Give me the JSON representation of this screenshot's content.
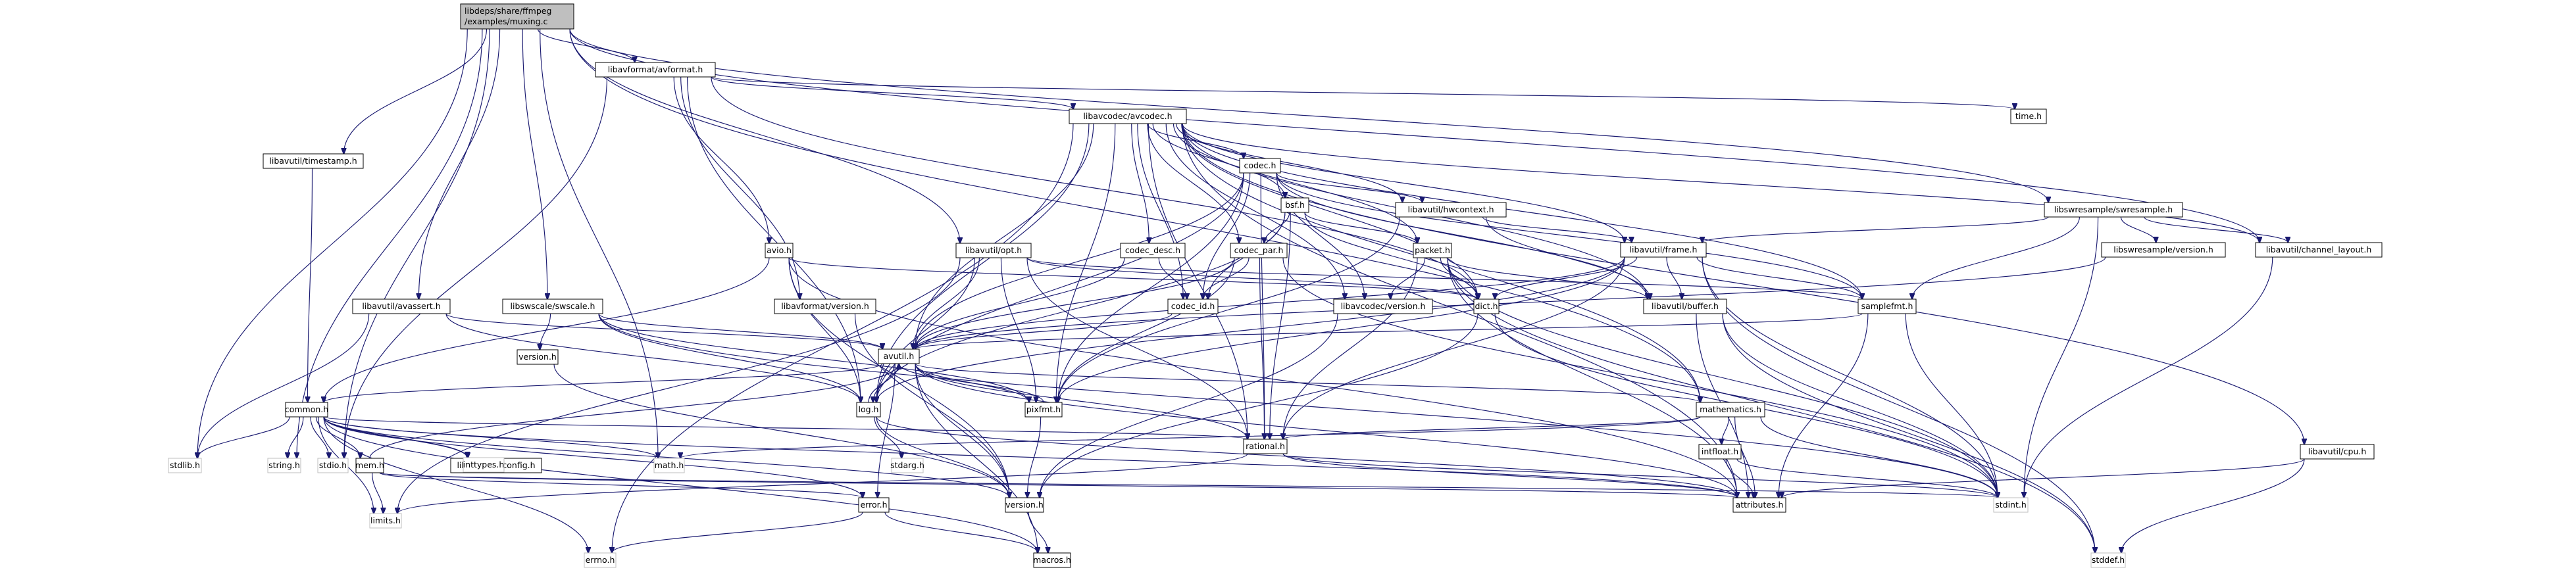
{
  "diagram": {
    "nodes": [
      {
        "id": "muxing",
        "lines": [
          "libdeps/share/ffmpeg",
          "/examples/muxing.c"
        ],
        "kind": "root"
      },
      {
        "id": "avformat",
        "lines": [
          "libavformat/avformat.h"
        ],
        "kind": "doc"
      },
      {
        "id": "avcodec",
        "lines": [
          "libavcodec/avcodec.h"
        ],
        "kind": "doc"
      },
      {
        "id": "timeh",
        "lines": [
          "time.h"
        ],
        "kind": "doc"
      },
      {
        "id": "timestamp",
        "lines": [
          "libavutil/timestamp.h"
        ],
        "kind": "doc"
      },
      {
        "id": "codech",
        "lines": [
          "codec.h"
        ],
        "kind": "doc"
      },
      {
        "id": "bsf",
        "lines": [
          "bsf.h"
        ],
        "kind": "doc"
      },
      {
        "id": "hwcontext",
        "lines": [
          "libavutil/hwcontext.h"
        ],
        "kind": "doc"
      },
      {
        "id": "swresample",
        "lines": [
          "libswresample/swresample.h"
        ],
        "kind": "doc"
      },
      {
        "id": "frame",
        "lines": [
          "libavutil/frame.h"
        ],
        "kind": "doc"
      },
      {
        "id": "swrversion",
        "lines": [
          "libswresample/version.h"
        ],
        "kind": "doc"
      },
      {
        "id": "chlayout",
        "lines": [
          "libavutil/channel_layout.h"
        ],
        "kind": "doc"
      },
      {
        "id": "avio",
        "lines": [
          "avio.h"
        ],
        "kind": "doc"
      },
      {
        "id": "opt",
        "lines": [
          "libavutil/opt.h"
        ],
        "kind": "doc"
      },
      {
        "id": "codecdesc",
        "lines": [
          "codec_desc.h"
        ],
        "kind": "doc"
      },
      {
        "id": "codecpar",
        "lines": [
          "codec_par.h"
        ],
        "kind": "doc"
      },
      {
        "id": "packet",
        "lines": [
          "packet.h"
        ],
        "kind": "doc"
      },
      {
        "id": "avassert",
        "lines": [
          "libavutil/avassert.h"
        ],
        "kind": "doc"
      },
      {
        "id": "swscale",
        "lines": [
          "libswscale/swscale.h"
        ],
        "kind": "doc"
      },
      {
        "id": "lavfversion",
        "lines": [
          "libavformat/version.h"
        ],
        "kind": "doc"
      },
      {
        "id": "codecid",
        "lines": [
          "codec_id.h"
        ],
        "kind": "doc"
      },
      {
        "id": "dict",
        "lines": [
          "dict.h"
        ],
        "kind": "doc"
      },
      {
        "id": "lavcversion",
        "lines": [
          "libavcodec/version.h"
        ],
        "kind": "doc"
      },
      {
        "id": "buffer",
        "lines": [
          "libavutil/buffer.h"
        ],
        "kind": "doc"
      },
      {
        "id": "samplefmt",
        "lines": [
          "samplefmt.h"
        ],
        "kind": "doc"
      },
      {
        "id": "swsversion",
        "lines": [
          "version.h"
        ],
        "kind": "doc"
      },
      {
        "id": "avutil",
        "lines": [
          "avutil.h"
        ],
        "kind": "doc"
      },
      {
        "id": "common",
        "lines": [
          "common.h"
        ],
        "kind": "doc"
      },
      {
        "id": "log",
        "lines": [
          "log.h"
        ],
        "kind": "doc"
      },
      {
        "id": "pixfmt",
        "lines": [
          "pixfmt.h"
        ],
        "kind": "doc"
      },
      {
        "id": "mathematics",
        "lines": [
          "mathematics.h"
        ],
        "kind": "doc"
      },
      {
        "id": "rational",
        "lines": [
          "rational.h"
        ],
        "kind": "doc"
      },
      {
        "id": "intfloat",
        "lines": [
          "intfloat.h"
        ],
        "kind": "doc"
      },
      {
        "id": "cpu",
        "lines": [
          "libavutil/cpu.h"
        ],
        "kind": "doc"
      },
      {
        "id": "avconfig",
        "lines": [
          "libavutil/avconfig.h"
        ],
        "kind": "doc"
      },
      {
        "id": "mem",
        "lines": [
          "mem.h"
        ],
        "kind": "doc"
      },
      {
        "id": "error",
        "lines": [
          "error.h"
        ],
        "kind": "doc"
      },
      {
        "id": "version",
        "lines": [
          "version.h"
        ],
        "kind": "doc"
      },
      {
        "id": "attributes",
        "lines": [
          "attributes.h"
        ],
        "kind": "doc"
      },
      {
        "id": "macros",
        "lines": [
          "macros.h"
        ],
        "kind": "doc"
      },
      {
        "id": "stdlib",
        "lines": [
          "stdlib.h"
        ],
        "kind": "ext"
      },
      {
        "id": "string",
        "lines": [
          "string.h"
        ],
        "kind": "ext"
      },
      {
        "id": "stdio",
        "lines": [
          "stdio.h"
        ],
        "kind": "ext"
      },
      {
        "id": "mathh",
        "lines": [
          "math.h"
        ],
        "kind": "ext"
      },
      {
        "id": "inttypes",
        "lines": [
          "inttypes.h"
        ],
        "kind": "ext"
      },
      {
        "id": "limits",
        "lines": [
          "limits.h"
        ],
        "kind": "ext"
      },
      {
        "id": "errno",
        "lines": [
          "errno.h"
        ],
        "kind": "ext"
      },
      {
        "id": "stdarg",
        "lines": [
          "stdarg.h"
        ],
        "kind": "ext"
      },
      {
        "id": "stdint",
        "lines": [
          "stdint.h"
        ],
        "kind": "ext"
      },
      {
        "id": "stddef",
        "lines": [
          "stddef.h"
        ],
        "kind": "ext"
      }
    ],
    "edges": [
      [
        "muxing",
        "avformat"
      ],
      [
        "muxing",
        "stdlib"
      ],
      [
        "muxing",
        "string"
      ],
      [
        "muxing",
        "stdio"
      ],
      [
        "muxing",
        "mathh"
      ],
      [
        "muxing",
        "timestamp"
      ],
      [
        "muxing",
        "avassert"
      ],
      [
        "muxing",
        "swscale"
      ],
      [
        "muxing",
        "opt"
      ],
      [
        "muxing",
        "swresample"
      ],
      [
        "muxing",
        "chlayout"
      ],
      [
        "muxing",
        "mathematics"
      ],
      [
        "avformat",
        "avcodec"
      ],
      [
        "avformat",
        "timeh"
      ],
      [
        "avformat",
        "stdio"
      ],
      [
        "avformat",
        "avio"
      ],
      [
        "avformat",
        "lavfversion"
      ],
      [
        "avformat",
        "dict"
      ],
      [
        "avformat",
        "log"
      ],
      [
        "avcodec",
        "codech"
      ],
      [
        "avcodec",
        "bsf"
      ],
      [
        "avcodec",
        "hwcontext"
      ],
      [
        "avcodec",
        "frame"
      ],
      [
        "avcodec",
        "chlayout"
      ],
      [
        "avcodec",
        "codecdesc"
      ],
      [
        "avcodec",
        "codecpar"
      ],
      [
        "avcodec",
        "codecid"
      ],
      [
        "avcodec",
        "packet"
      ],
      [
        "avcodec",
        "dict"
      ],
      [
        "avcodec",
        "lavcversion"
      ],
      [
        "avcodec",
        "buffer"
      ],
      [
        "avcodec",
        "samplefmt"
      ],
      [
        "avcodec",
        "avutil"
      ],
      [
        "avcodec",
        "log"
      ],
      [
        "avcodec",
        "pixfmt"
      ],
      [
        "avcodec",
        "rational"
      ],
      [
        "avcodec",
        "cpu"
      ],
      [
        "avcodec",
        "attributes"
      ],
      [
        "avcodec",
        "errno"
      ],
      [
        "avcodec",
        "mathematics"
      ],
      [
        "timestamp",
        "common"
      ],
      [
        "codech",
        "hwcontext"
      ],
      [
        "codech",
        "codecid"
      ],
      [
        "codech",
        "lavcversion"
      ],
      [
        "codech",
        "avutil"
      ],
      [
        "codech",
        "log"
      ],
      [
        "codech",
        "pixfmt"
      ],
      [
        "codech",
        "rational"
      ],
      [
        "codech",
        "samplefmt"
      ],
      [
        "codech",
        "buffer"
      ],
      [
        "bsf",
        "codecid"
      ],
      [
        "bsf",
        "codecpar"
      ],
      [
        "bsf",
        "packet"
      ],
      [
        "bsf",
        "dict"
      ],
      [
        "bsf",
        "log"
      ],
      [
        "bsf",
        "rational"
      ],
      [
        "hwcontext",
        "frame"
      ],
      [
        "hwcontext",
        "buffer"
      ],
      [
        "hwcontext",
        "pixfmt"
      ],
      [
        "swresample",
        "frame"
      ],
      [
        "swresample",
        "swrversion"
      ],
      [
        "swresample",
        "chlayout"
      ],
      [
        "swresample",
        "samplefmt"
      ],
      [
        "swresample",
        "stdint"
      ],
      [
        "frame",
        "avutil"
      ],
      [
        "frame",
        "buffer"
      ],
      [
        "frame",
        "dict"
      ],
      [
        "frame",
        "rational"
      ],
      [
        "frame",
        "samplefmt"
      ],
      [
        "frame",
        "pixfmt"
      ],
      [
        "frame",
        "stdint"
      ],
      [
        "frame",
        "stddef"
      ],
      [
        "frame",
        "log"
      ],
      [
        "swrversion",
        "avutil"
      ],
      [
        "chlayout",
        "stdint"
      ],
      [
        "avio",
        "common"
      ],
      [
        "avio",
        "dict"
      ],
      [
        "avio",
        "log"
      ],
      [
        "avio",
        "attributes"
      ],
      [
        "avio",
        "version"
      ],
      [
        "opt",
        "avutil"
      ],
      [
        "opt",
        "dict"
      ],
      [
        "opt",
        "log"
      ],
      [
        "opt",
        "pixfmt"
      ],
      [
        "opt",
        "rational"
      ],
      [
        "opt",
        "samplefmt"
      ],
      [
        "opt",
        "limits"
      ],
      [
        "codecdesc",
        "avutil"
      ],
      [
        "codecdesc",
        "codecid"
      ],
      [
        "codecpar",
        "avutil"
      ],
      [
        "codecpar",
        "codecid"
      ],
      [
        "codecpar",
        "rational"
      ],
      [
        "codecpar",
        "pixfmt"
      ],
      [
        "codecpar",
        "stdint"
      ],
      [
        "packet",
        "attributes"
      ],
      [
        "packet",
        "buffer"
      ],
      [
        "packet",
        "dict"
      ],
      [
        "packet",
        "rational"
      ],
      [
        "packet",
        "lavcversion"
      ],
      [
        "packet",
        "stdint"
      ],
      [
        "packet",
        "stddef"
      ],
      [
        "avassert",
        "stdlib"
      ],
      [
        "avassert",
        "avutil"
      ],
      [
        "avassert",
        "log"
      ],
      [
        "swscale",
        "swsversion"
      ],
      [
        "swscale",
        "avutil"
      ],
      [
        "swscale",
        "log"
      ],
      [
        "swscale",
        "pixfmt"
      ],
      [
        "swscale",
        "stdint"
      ],
      [
        "lavfversion",
        "version"
      ],
      [
        "codecid",
        "avutil"
      ],
      [
        "dict",
        "stdint"
      ],
      [
        "dict",
        "version"
      ],
      [
        "lavcversion",
        "version"
      ],
      [
        "buffer",
        "stdint"
      ],
      [
        "buffer",
        "stddef"
      ],
      [
        "buffer",
        "attributes"
      ],
      [
        "samplefmt",
        "avutil"
      ],
      [
        "samplefmt",
        "attributes"
      ],
      [
        "samplefmt",
        "stdint"
      ],
      [
        "swsversion",
        "version"
      ],
      [
        "avutil",
        "common"
      ],
      [
        "avutil",
        "error"
      ],
      [
        "avutil",
        "rational"
      ],
      [
        "avutil",
        "version"
      ],
      [
        "avutil",
        "macros"
      ],
      [
        "avutil",
        "mathematics"
      ],
      [
        "avutil",
        "log"
      ],
      [
        "avutil",
        "pixfmt"
      ],
      [
        "avutil",
        "attributes"
      ],
      [
        "common",
        "stdlib"
      ],
      [
        "common",
        "string"
      ],
      [
        "common",
        "stdio"
      ],
      [
        "common",
        "mathh"
      ],
      [
        "common",
        "inttypes"
      ],
      [
        "common",
        "limits"
      ],
      [
        "common",
        "errno"
      ],
      [
        "common",
        "attributes"
      ],
      [
        "common",
        "macros"
      ],
      [
        "common",
        "version"
      ],
      [
        "common",
        "avconfig"
      ],
      [
        "common",
        "mem"
      ],
      [
        "common",
        "error"
      ],
      [
        "common",
        "rational"
      ],
      [
        "log",
        "stdarg"
      ],
      [
        "log",
        "attributes"
      ],
      [
        "log",
        "version"
      ],
      [
        "log",
        "avutil"
      ],
      [
        "pixfmt",
        "avutil"
      ],
      [
        "pixfmt",
        "version"
      ],
      [
        "mathematics",
        "stdint"
      ],
      [
        "mathematics",
        "mathh"
      ],
      [
        "mathematics",
        "attributes"
      ],
      [
        "mathematics",
        "rational"
      ],
      [
        "mathematics",
        "intfloat"
      ],
      [
        "rational",
        "stdint"
      ],
      [
        "rational",
        "limits"
      ],
      [
        "rational",
        "attributes"
      ],
      [
        "intfloat",
        "stdint"
      ],
      [
        "intfloat",
        "attributes"
      ],
      [
        "cpu",
        "stddef"
      ],
      [
        "cpu",
        "attributes"
      ],
      [
        "mem",
        "limits"
      ],
      [
        "mem",
        "stdint"
      ],
      [
        "mem",
        "attributes"
      ],
      [
        "mem",
        "error"
      ],
      [
        "mem",
        "avutil"
      ],
      [
        "error",
        "errno"
      ],
      [
        "error",
        "macros"
      ],
      [
        "version",
        "macros"
      ]
    ]
  }
}
